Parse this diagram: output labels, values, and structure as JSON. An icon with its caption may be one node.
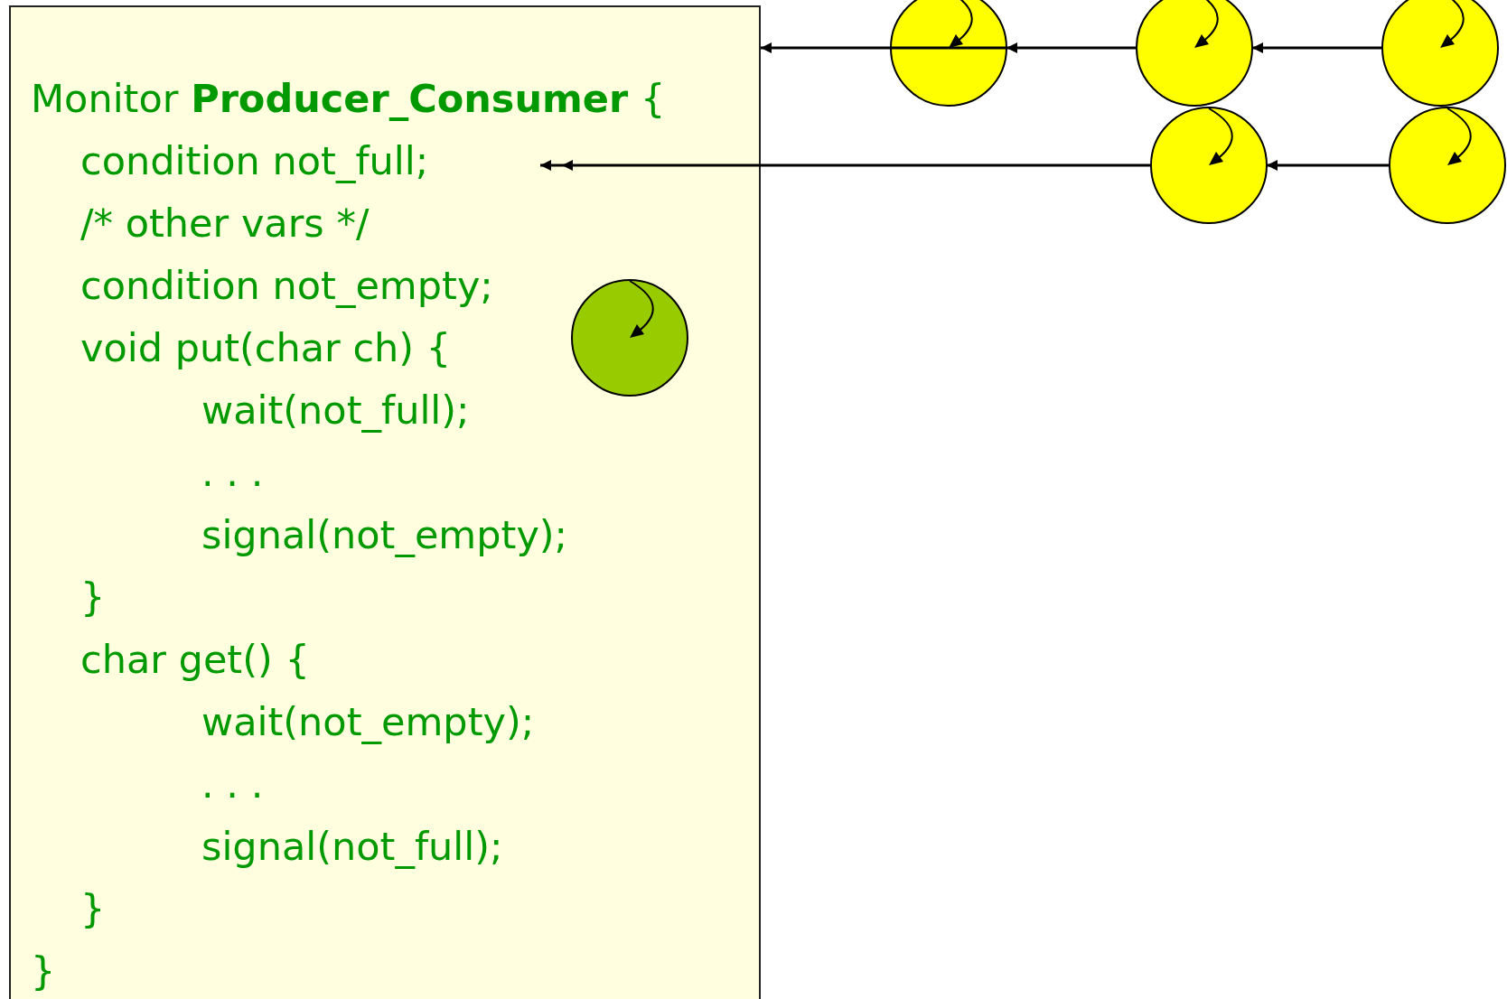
{
  "diagram": {
    "nodes": [
      {
        "text": [
          "Monitor **Producer_Consumer** {",
          "condition not_full;",
          "/* other vars */",
          "condition not_empty;",
          "void put(char ch) {",
          "wait(not_full);",
          ". . .",
          "signal(not_empty);",
          "}",
          "char get()  {",
          "wait(not_empty);",
          ". . .",
          "signal(not_full);",
          "}",
          "}"
        ]
      },
      {
        "text": [],
        "shape": "circle"
      },
      {
        "text": [],
        "shape": "circle"
      },
      {
        "text": [],
        "shape": "circle"
      },
      {
        "text": [],
        "shape": "circle"
      },
      {
        "text": [],
        "shape": "circle"
      },
      {
        "text": [],
        "shape": "circle",
        "in": 0
      }
    ],
    "edges": [
      {
        "from": 3,
        "to": 2,
        "arrow": "to"
      },
      {
        "from": 2,
        "to": 1,
        "arrow": "to"
      },
      {
        "from": 1,
        "to": 0,
        "arrow": "to"
      },
      {
        "from": 5,
        "to": 4,
        "arrow": "to"
      },
      {
        "from": 4,
        "to": null,
        "arrow": "to"
      }
    ]
  }
}
